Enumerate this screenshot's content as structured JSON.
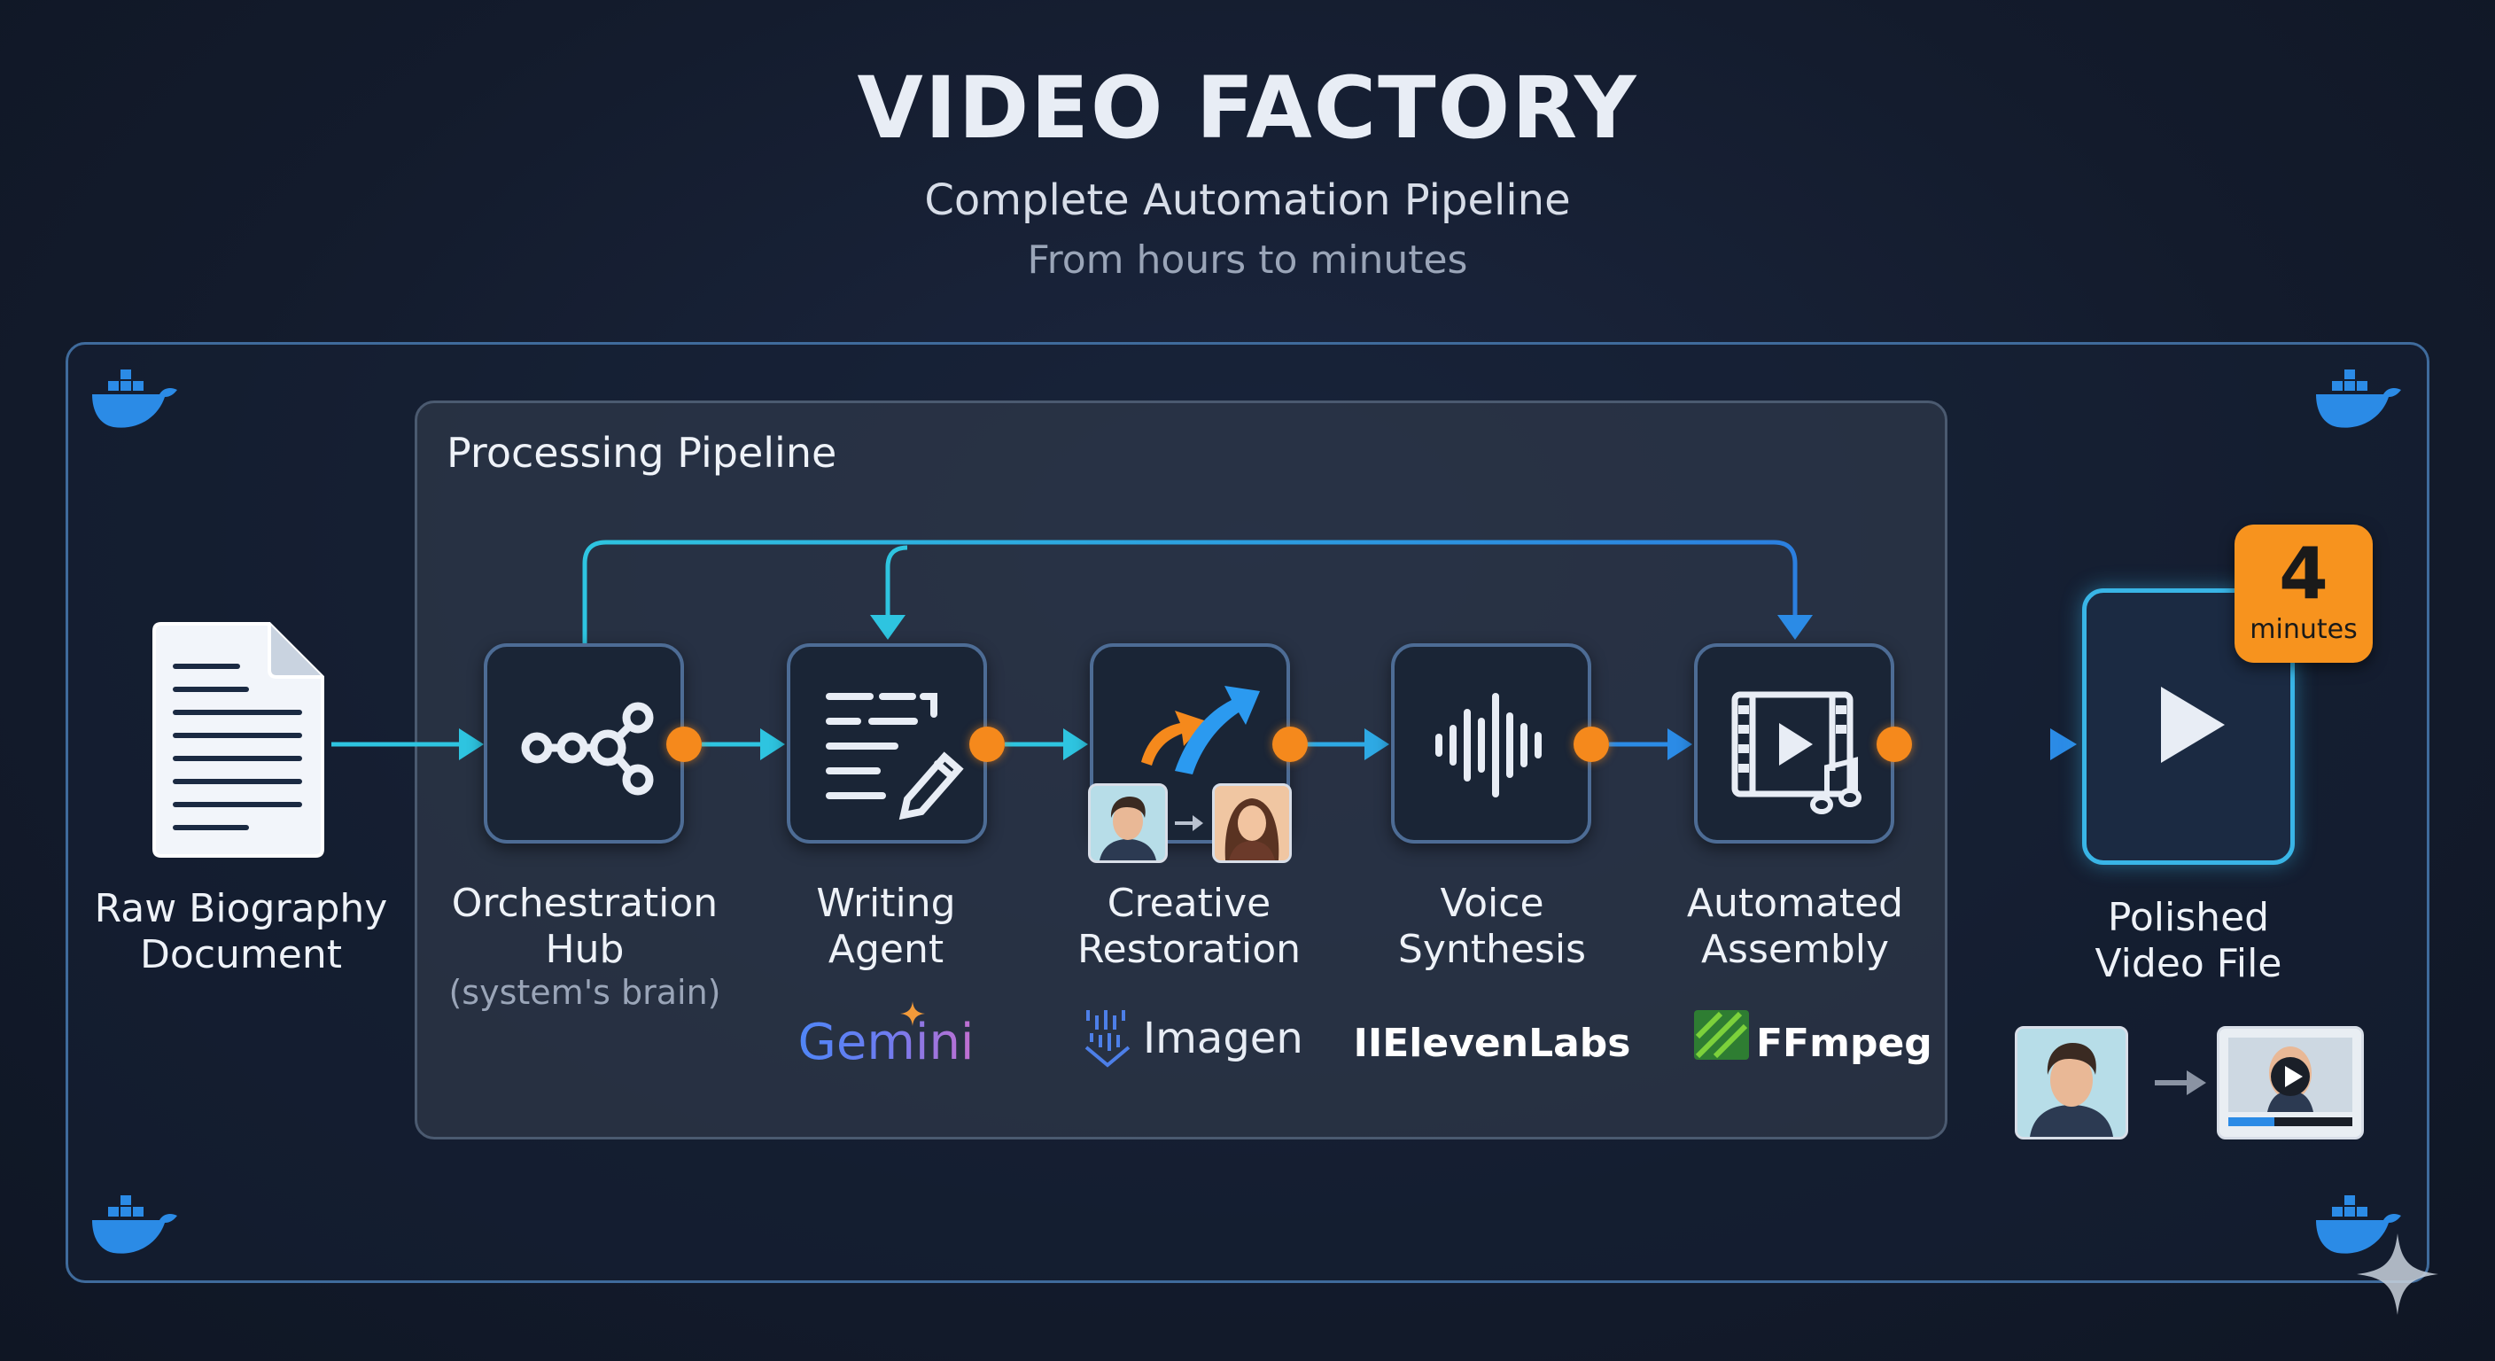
{
  "header": {
    "title": "VIDEO FACTORY",
    "subtitle": "Complete Automation Pipeline",
    "tagline": "From hours to minutes"
  },
  "pipeline": {
    "panel_label": "Processing Pipeline"
  },
  "input": {
    "label_line1": "Raw Biography",
    "label_line2": "Document",
    "icon": "document-icon"
  },
  "stages": [
    {
      "line1": "Orchestration",
      "line2": "Hub",
      "sub": "(system's brain)",
      "icon": "share-nodes-icon",
      "brand": ""
    },
    {
      "line1": "Writing",
      "line2": "Agent",
      "sub": "",
      "icon": "edit-document-icon",
      "brand": "Gemini"
    },
    {
      "line1": "Creative",
      "line2": "Restoration",
      "sub": "",
      "icon": "upscale-arrows-icon",
      "brand": "Imagen"
    },
    {
      "line1": "Voice",
      "line2": "Synthesis",
      "sub": "",
      "icon": "waveform-icon",
      "brand": "IIElevenLabs"
    },
    {
      "line1": "Automated",
      "line2": "Assembly",
      "sub": "",
      "icon": "film-music-icon",
      "brand": "FFmpeg"
    }
  ],
  "output": {
    "label_line1": "Polished",
    "label_line2": "Video File",
    "icon": "play-icon",
    "badge_number": "4",
    "badge_unit": "minutes"
  },
  "colors": {
    "accent_cyan": "#2ec4e0",
    "accent_blue": "#2b8be6",
    "connector_dot": "#f5891c",
    "badge": "#f7931e"
  }
}
